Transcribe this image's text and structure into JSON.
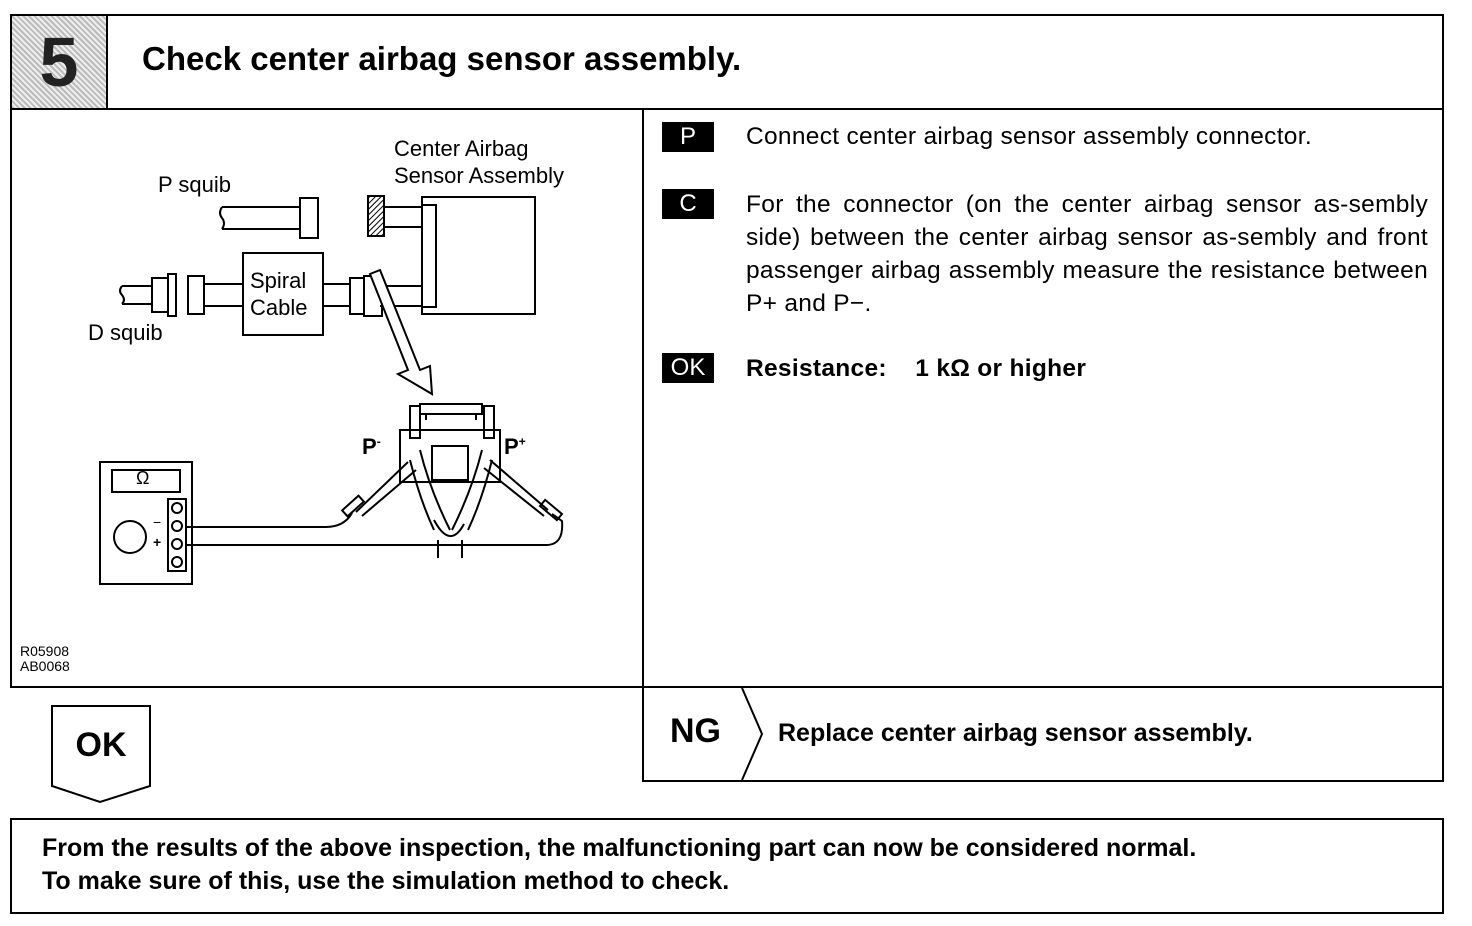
{
  "header": {
    "step_number": "5",
    "title": "Check center airbag sensor assembly."
  },
  "diagram": {
    "label_p_squib": "P squib",
    "label_d_squib": "D squib",
    "label_center_airbag_1": "Center Airbag",
    "label_center_airbag_2": "Sensor Assembly",
    "label_spiral": "Spiral",
    "label_cable": "Cable",
    "label_p_minus": "P",
    "label_p_plus": "P",
    "meter_symbol": "Ω",
    "meter_minus": "−",
    "meter_plus": "+",
    "figure_code_1": "R05908",
    "figure_code_2": "AB0068"
  },
  "instructions": [
    {
      "tag": "P",
      "text": "Connect center airbag sensor assembly connector."
    },
    {
      "tag": "C",
      "text": "For the connector (on the center airbag sensor as-sembly side) between the center airbag sensor as-sembly and front passenger airbag assembly measure the resistance between P+ and P−."
    },
    {
      "tag": "OK",
      "label": "Resistance:",
      "value": "1 kΩ or higher"
    }
  ],
  "ok_box": {
    "label": "OK"
  },
  "ng_box": {
    "label": "NG",
    "action": "Replace center airbag sensor assembly."
  },
  "note": {
    "line1": "From the results of the above inspection, the malfunctioning part can now be considered normal.",
    "line2": "To make sure of this, use the simulation method to check."
  }
}
